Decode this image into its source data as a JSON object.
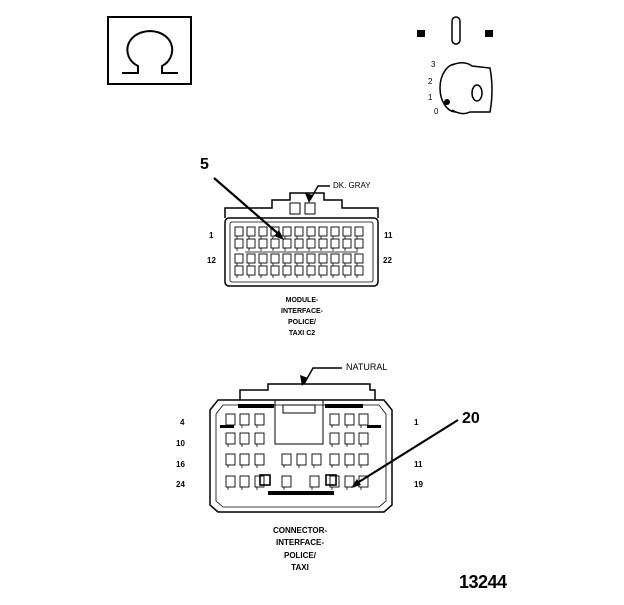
{
  "top_connector": {
    "wire_color": "DK. GRAY",
    "callout": "5",
    "pin_labels": {
      "top_left": "1",
      "top_right": "11",
      "bottom_left": "12",
      "bottom_right": "22"
    },
    "caption": [
      "MODULE-",
      "INTERFACE-",
      "POLICE/",
      "TAXI C2"
    ]
  },
  "bottom_connector": {
    "wire_color": "NATURAL",
    "callout": "20",
    "pin_labels": {
      "left": [
        "4",
        "10",
        "16",
        "24"
      ],
      "right": [
        "1",
        "11",
        "19"
      ]
    },
    "caption": [
      "CONNECTOR-",
      "INTERFACE-",
      "POLICE/",
      "TAXI"
    ]
  },
  "ignition_key": {
    "positions": [
      "3",
      "2",
      "1",
      "0"
    ]
  },
  "figure_number": "13244",
  "colors": {
    "line": "#000000",
    "background": "#ffffff"
  },
  "icons": {
    "symbol_box": "omega-icon",
    "key": "ignition-key-icon",
    "switch": "switch-icon"
  }
}
